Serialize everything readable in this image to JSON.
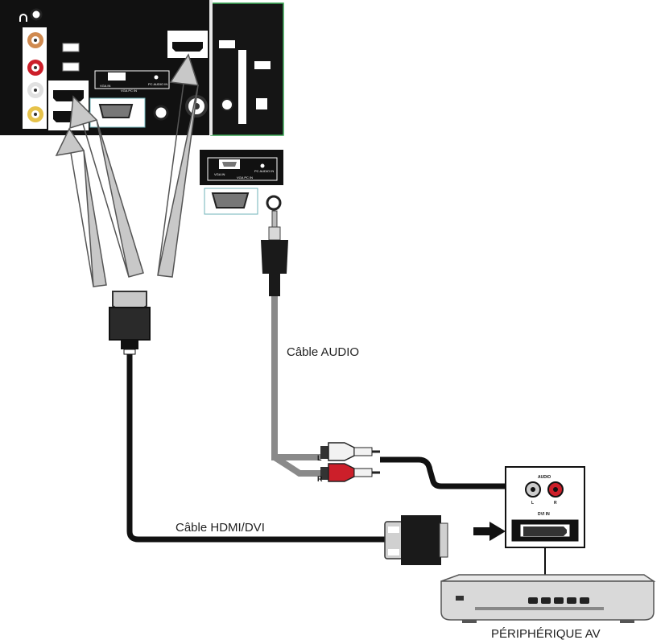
{
  "labels": {
    "audio_cable": "Câble AUDIO",
    "hdmi_dvi_cable": "Câble HDMI/DVI",
    "av_device": "PÉRIPHÉRIQUE AV",
    "audio": "AUDIO",
    "audio_l": "L",
    "audio_r": "R",
    "plug_l": "L",
    "plug_r": "R",
    "dvi_in": "DVI IN",
    "vga_in": "VGA IN",
    "vga_pc_in": "VGA PC IN",
    "pc_audio_in": "PC AUDIO IN",
    "vga_in_zoom": "VGA IN",
    "vga_pc_in_zoom": "VGA PC IN",
    "pc_audio_in_zoom": "PC AUDIO IN"
  },
  "icons": [
    "headphone-icon",
    "tv-back-panel",
    "vga-port-icon",
    "hdmi-port-icon",
    "rca-jack-icon",
    "dvd-player-icon"
  ],
  "colors": {
    "panel": "#111111",
    "arrow_fill": "#c8c8c8",
    "arrow_stroke": "#555555",
    "cable_black": "#111111",
    "cable_gray": "#8a8a8a",
    "rca_red": "#cc1f2a",
    "rca_white": "#f2f2f2",
    "green_outline": "#3aa655"
  }
}
